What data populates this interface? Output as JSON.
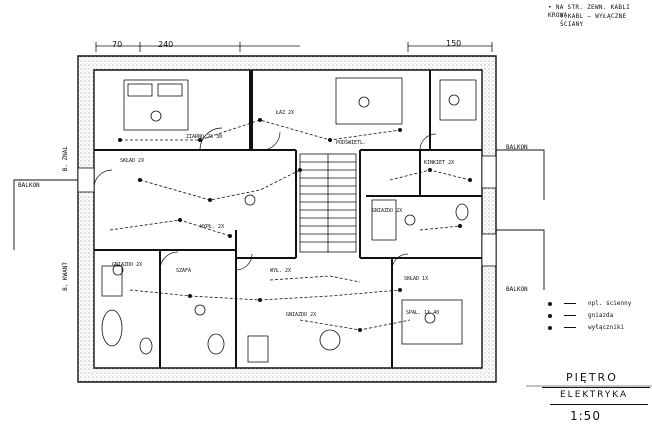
{
  "notes": {
    "top_right_line1": "• na str. zewn. kabli  krowa",
    "top_right_line2": "t.kabl  — wyłączne ściany"
  },
  "dimensions": {
    "top_left_a": "70",
    "top_left_b": "240",
    "top_right": "150"
  },
  "side_labels": {
    "balkon_left": "BALKON",
    "balkon_right_top": "BALKON",
    "balkon_right_bottom": "BALKON",
    "left_vertical_1": "B. ZNAL",
    "left_vertical_2": "B. KWANT"
  },
  "legend": [
    {
      "symbol": "dot",
      "label": "npl. ścienny"
    },
    {
      "symbol": "dot",
      "label": "gniazda"
    },
    {
      "symbol": "dot",
      "label": "wyłączniki"
    }
  ],
  "title_block": {
    "floor": "PIĘTRO",
    "discipline": "ELEKTRYKA",
    "scale": "1:50"
  },
  "room_labels": [
    "ZIARNO 2X 30",
    "SKŁAD 2X",
    "WYPŁ. 2X",
    "GNIAZDO 2X",
    "ŁAZ 2X",
    "PODŚWIETL.",
    "KINKIET 2X",
    "GNIAZDO 2X",
    "WYŁ. 2X",
    "SZAFA",
    "SPAL. 1X 40",
    "SKŁAD 1X",
    "GNIAZDO 2X"
  ]
}
